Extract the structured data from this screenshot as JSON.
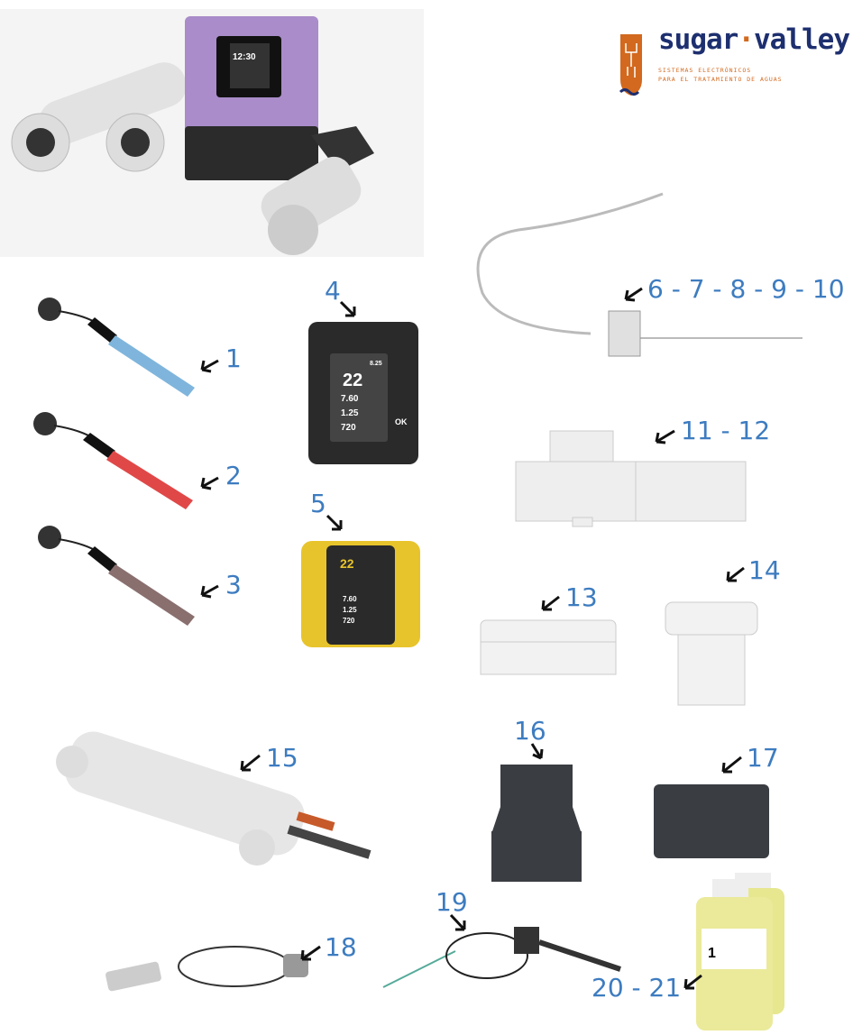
{
  "logo": {
    "brand": "sugar·valley",
    "brand_left": "sugar",
    "brand_dot": "·",
    "brand_right": "valley",
    "tagline_line1": "SISTEMAS ELECTRÓNICOS",
    "tagline_line2": "PARA EL TRATAMIENTO DE AGUAS"
  },
  "colors": {
    "label": "#3d7cc0",
    "brand_blue": "#1d2f6f",
    "brand_orange": "#d2691e"
  },
  "parts": [
    {
      "label": "1",
      "item": "blue-probe"
    },
    {
      "label": "2",
      "item": "red-probe"
    },
    {
      "label": "3",
      "item": "brown-probe"
    },
    {
      "label": "4",
      "item": "black-control-panel"
    },
    {
      "label": "5",
      "item": "yellow-control-panel"
    },
    {
      "label": "6 - 7 - 8 - 9 - 10",
      "item": "cable-probe-holder"
    },
    {
      "label": "11 - 12",
      "item": "tee-fitting"
    },
    {
      "label": "13",
      "item": "threaded-nut"
    },
    {
      "label": "14",
      "item": "probe-holder-cap"
    },
    {
      "label": "15",
      "item": "electrolysis-cell"
    },
    {
      "label": "16",
      "item": "reducer-sleeve"
    },
    {
      "label": "17",
      "item": "sleeve"
    },
    {
      "label": "18",
      "item": "temperature-sensor"
    },
    {
      "label": "19",
      "item": "flow-sensor"
    },
    {
      "label": "20 - 21",
      "item": "calibration-solutions"
    }
  ],
  "display": {
    "time": "12:30",
    "temp": "8.25",
    "main_value": "22",
    "rows": [
      "7.60",
      "1.25",
      "720"
    ],
    "ok_label": "OK"
  },
  "bottle_label": "1"
}
